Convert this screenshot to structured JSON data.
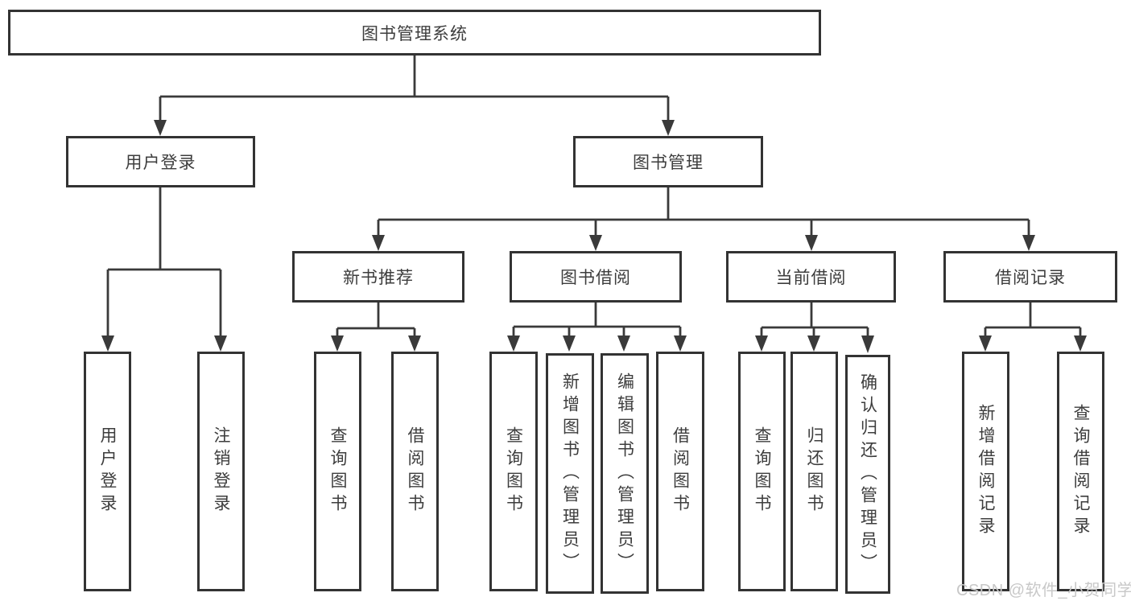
{
  "root": {
    "label": "图书管理系统"
  },
  "user_login_branch": {
    "label": "用户登录",
    "leaves": [
      "用户登录",
      "注销登录"
    ]
  },
  "book_mgmt_branch": {
    "label": "图书管理",
    "sections": {
      "new_book_recommend": {
        "label": "新书推荐",
        "leaves": [
          "查询图书",
          "借阅图书"
        ]
      },
      "book_borrowing": {
        "label": "图书借阅",
        "leaves": [
          "查询图书",
          "新增图书（管理员）",
          "编辑图书（管理员）",
          "借阅图书"
        ]
      },
      "current_borrowing": {
        "label": "当前借阅",
        "leaves": [
          "查询图书",
          "归还图书",
          "确认归还（管理员）"
        ]
      },
      "borrowing_records": {
        "label": "借阅记录",
        "leaves": [
          "新增借阅记录",
          "查询借阅记录"
        ]
      }
    }
  },
  "watermark": "CSDN @软件_小贺同学",
  "colors": {
    "line": "#3a3a3a",
    "box_border": "#333333",
    "text": "#3d3d3d",
    "watermark": "#c8c8c8",
    "background": "#ffffff"
  }
}
